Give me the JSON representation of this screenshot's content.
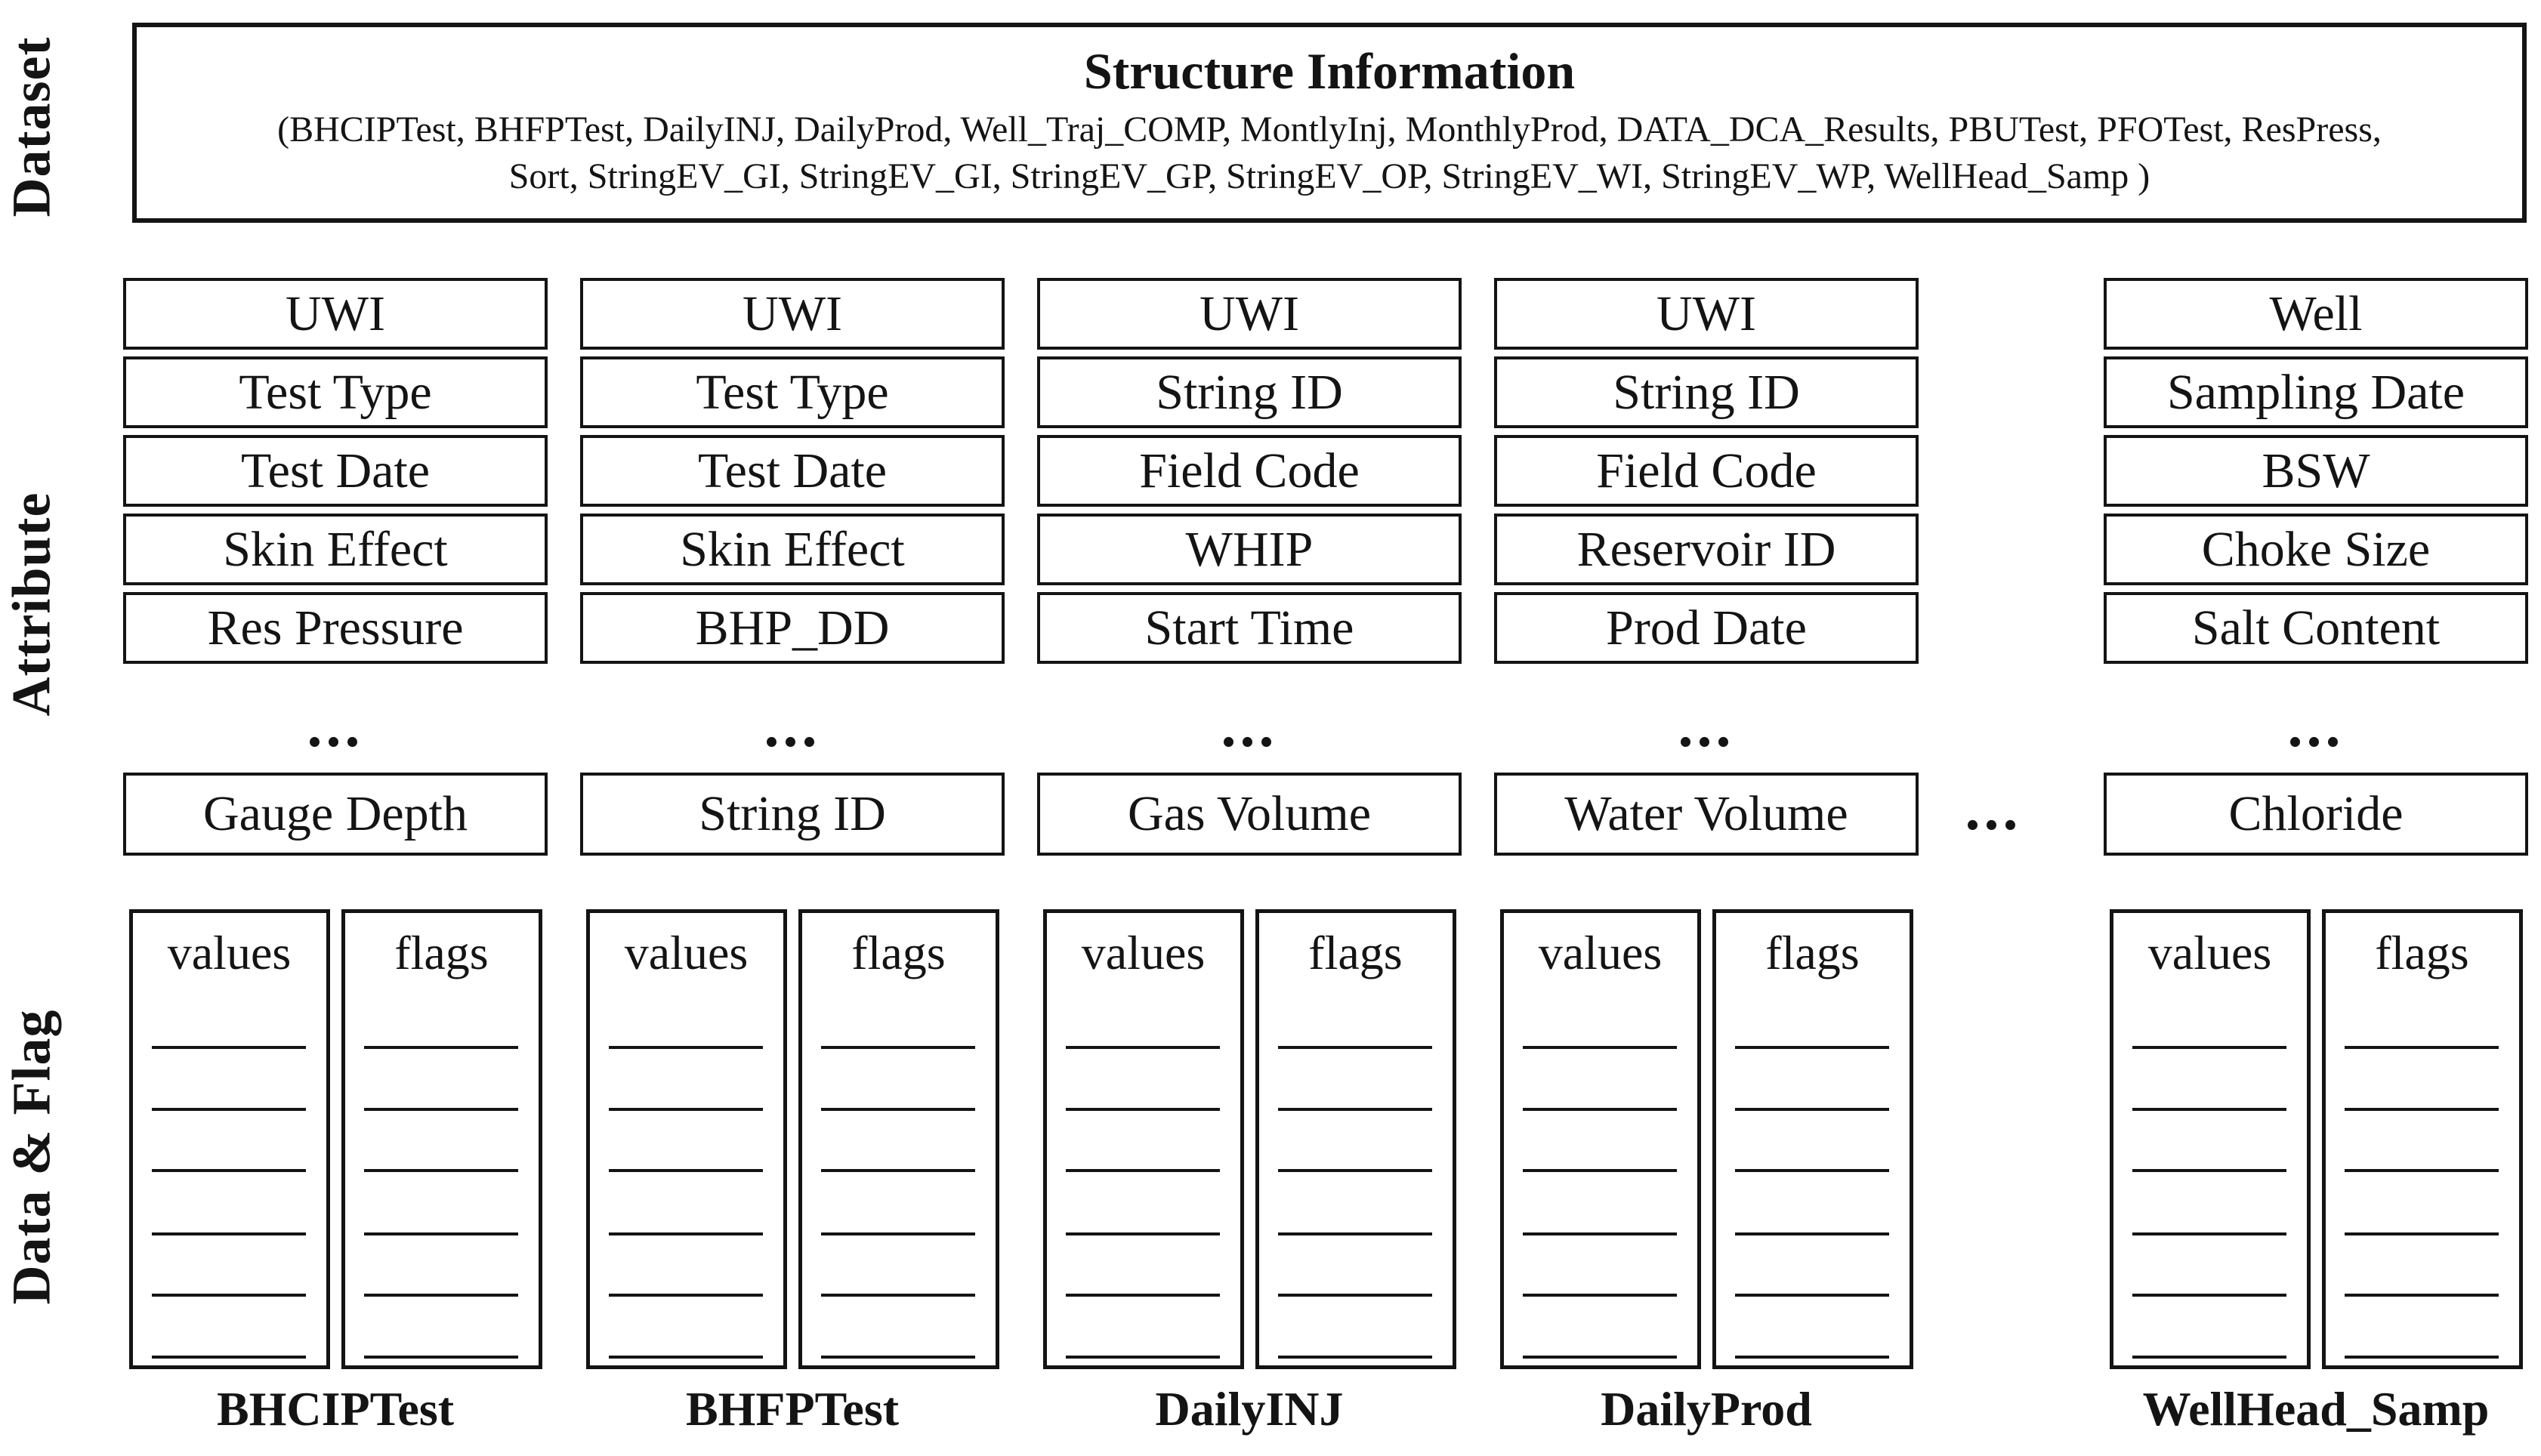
{
  "side_labels": {
    "dataset": "Dataset",
    "attribute": "Attribute",
    "data_flag": "Data & Flag"
  },
  "structure_info": {
    "title": "Structure Information",
    "list_line1": "(BHCIPTest, BHFPTest, DailyINJ, DailyProd, Well_Traj_COMP, MontlyInj, MonthlyProd, DATA_DCA_Results, PBUTest, PFOTest, ResPress,",
    "list_line2": "Sort, StringEV_GI, StringEV_GI, StringEV_GP, StringEV_OP, StringEV_WI, StringEV_WP, WellHead_Samp  )"
  },
  "attribute_ellipsis": "...",
  "column_gap_ellipsis": "...",
  "value_flag": {
    "values_header": "values",
    "flags_header": "flags",
    "row_count": 6
  },
  "tables": [
    {
      "name": "BHCIPTest",
      "attributes": [
        "UWI",
        "Test Type",
        "Test Date",
        "Skin Effect",
        "Res Pressure"
      ],
      "last_attribute": "Gauge Depth"
    },
    {
      "name": "BHFPTest",
      "attributes": [
        "UWI",
        "Test Type",
        "Test Date",
        "Skin Effect",
        "BHP_DD"
      ],
      "last_attribute": "String ID"
    },
    {
      "name": "DailyINJ",
      "attributes": [
        "UWI",
        "String ID",
        "Field Code",
        "WHIP",
        "Start Time"
      ],
      "last_attribute": "Gas Volume"
    },
    {
      "name": "DailyProd",
      "attributes": [
        "UWI",
        "String ID",
        "Field Code",
        "Reservoir ID",
        "Prod Date"
      ],
      "last_attribute": "Water Volume"
    },
    {
      "name": "WellHead_Samp",
      "attributes": [
        "Well",
        "Sampling Date",
        "BSW",
        "Choke Size",
        "Salt Content"
      ],
      "last_attribute": "Chloride"
    }
  ],
  "colors": {
    "ink": "#141414",
    "background": "#ffffff"
  }
}
